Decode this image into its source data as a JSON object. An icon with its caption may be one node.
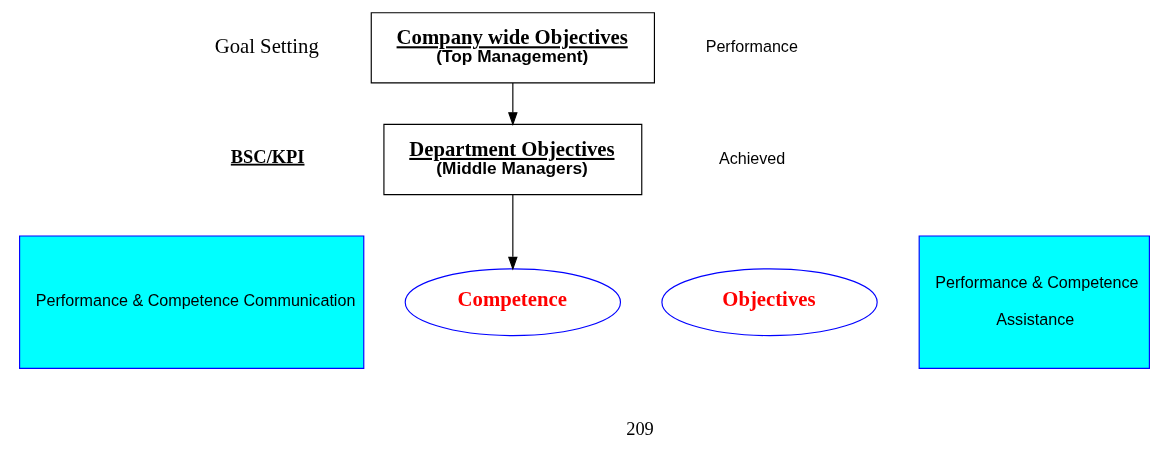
{
  "diagram": {
    "nodes": [
      {
        "text": [
          "Company wide Objectives",
          "(Top Management)"
        ]
      },
      {
        "text": [
          "Department Objectives",
          "(Middle Managers)"
        ]
      },
      {
        "text": [
          "Competence"
        ]
      },
      {
        "text": [
          "Objectives"
        ]
      },
      {
        "text": [
          "Performance & Competence Communication"
        ]
      },
      {
        "text": [
          "Performance & Competence",
          "Assistance"
        ]
      }
    ],
    "edges": [
      {
        "from": 0,
        "to": 1,
        "arrow": "to"
      },
      {
        "from": 1,
        "to": 2,
        "arrow": "to"
      }
    ],
    "labels": [
      "Goal Setting",
      "BSC/KPI",
      "Performance",
      "Achieved",
      "209"
    ]
  }
}
